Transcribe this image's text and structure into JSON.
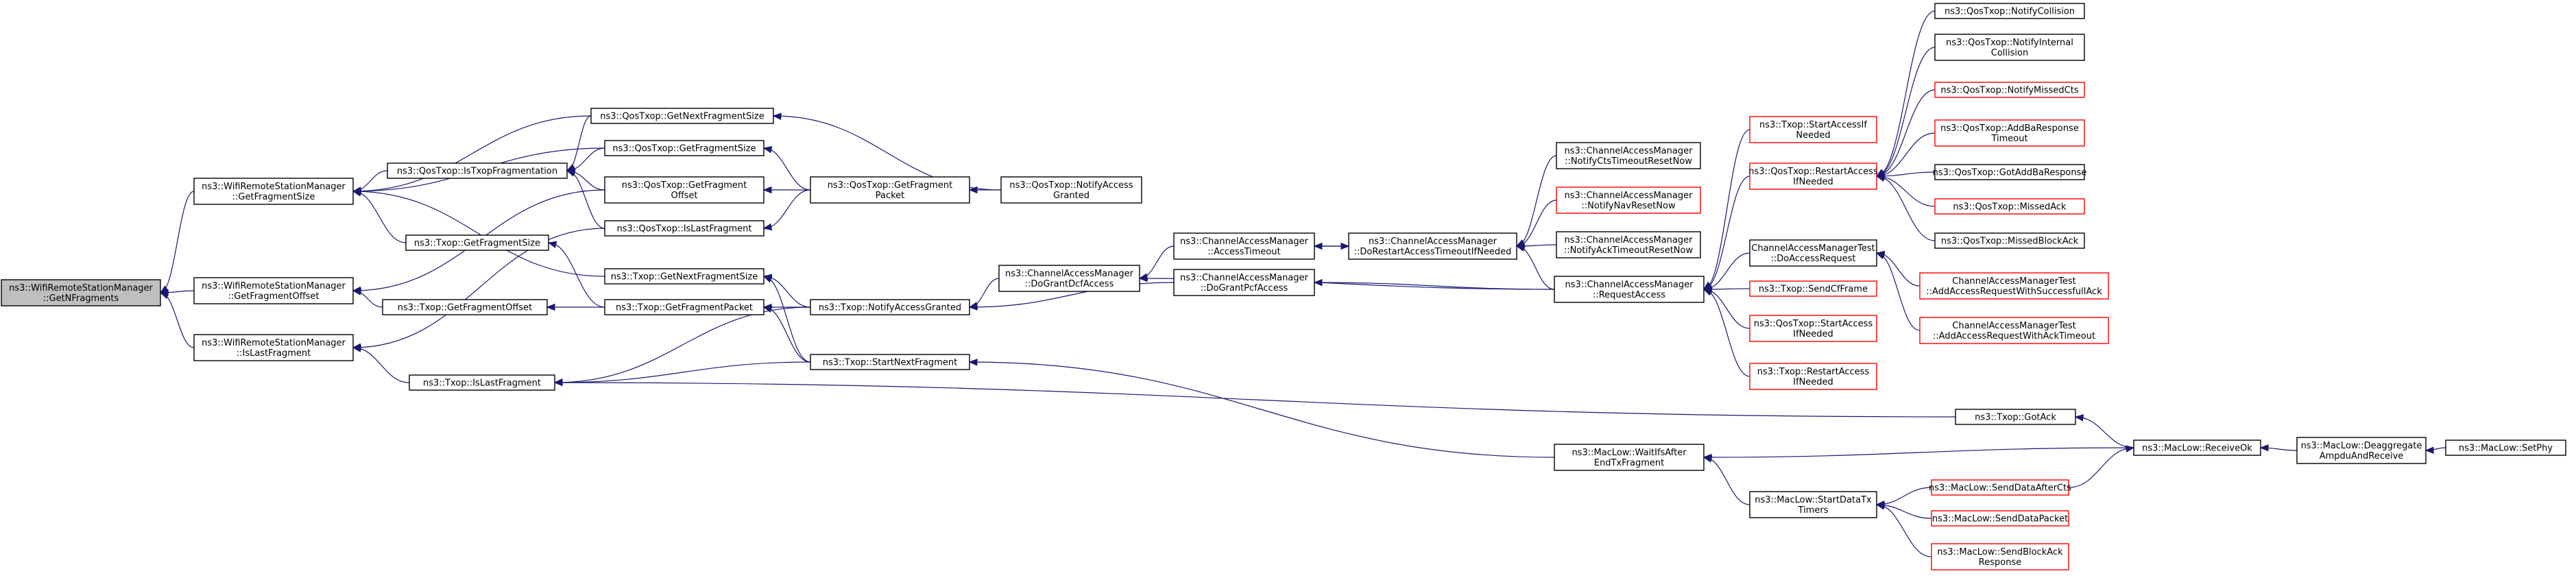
{
  "nodes": [
    {
      "id": "n0",
      "lines": [
        "ns3::WifiRemoteStationManager",
        "::GetNFragments"
      ],
      "border": "root"
    },
    {
      "id": "n1",
      "lines": [
        "ns3::WifiRemoteStationManager",
        "::GetFragmentSize"
      ],
      "border": "black"
    },
    {
      "id": "n2",
      "lines": [
        "ns3::WifiRemoteStationManager",
        "::GetFragmentOffset"
      ],
      "border": "black"
    },
    {
      "id": "n3",
      "lines": [
        "ns3::WifiRemoteStationManager",
        "::IsLastFragment"
      ],
      "border": "black"
    },
    {
      "id": "n4",
      "lines": [
        "ns3::QosTxop::GetNextFragmentSize"
      ],
      "border": "black"
    },
    {
      "id": "n5",
      "lines": [
        "ns3::QosTxop::GetFragmentSize"
      ],
      "border": "black"
    },
    {
      "id": "n6",
      "lines": [
        "ns3::QosTxop::IsTxopFragmentation"
      ],
      "border": "black"
    },
    {
      "id": "n7",
      "lines": [
        "ns3::QosTxop::GetFragment",
        "Offset"
      ],
      "border": "black"
    },
    {
      "id": "n8",
      "lines": [
        "ns3::QosTxop::IsLastFragment"
      ],
      "border": "black"
    },
    {
      "id": "n9",
      "lines": [
        "ns3::Txop::GetFragmentSize"
      ],
      "border": "black"
    },
    {
      "id": "n10",
      "lines": [
        "ns3::Txop::GetNextFragmentSize"
      ],
      "border": "black"
    },
    {
      "id": "n11",
      "lines": [
        "ns3::Txop::GetFragmentOffset"
      ],
      "border": "black"
    },
    {
      "id": "n12",
      "lines": [
        "ns3::Txop::GetFragmentPacket"
      ],
      "border": "black"
    },
    {
      "id": "n13",
      "lines": [
        "ns3::Txop::IsLastFragment"
      ],
      "border": "black"
    },
    {
      "id": "n14",
      "lines": [
        "ns3::QosTxop::GetFragment",
        "Packet"
      ],
      "border": "black"
    },
    {
      "id": "n15",
      "lines": [
        "ns3::QosTxop::NotifyAccess",
        "Granted"
      ],
      "border": "black"
    },
    {
      "id": "n16",
      "lines": [
        "ns3::Txop::NotifyAccessGranted"
      ],
      "border": "black"
    },
    {
      "id": "n17",
      "lines": [
        "ns3::Txop::StartNextFragment"
      ],
      "border": "black"
    },
    {
      "id": "n18",
      "lines": [
        "ns3::ChannelAccessManager",
        "::DoGrantDcfAccess"
      ],
      "border": "black"
    },
    {
      "id": "n19",
      "lines": [
        "ns3::ChannelAccessManager",
        "::AccessTimeout"
      ],
      "border": "black"
    },
    {
      "id": "n20",
      "lines": [
        "ns3::ChannelAccessManager",
        "::DoGrantPcfAccess"
      ],
      "border": "black"
    },
    {
      "id": "n21",
      "lines": [
        "ns3::ChannelAccessManager",
        "::DoRestartAccessTimeoutIfNeeded"
      ],
      "border": "black"
    },
    {
      "id": "n22",
      "lines": [
        "ns3::ChannelAccessManager",
        "::NotifyCtsTimeoutResetNow"
      ],
      "border": "black"
    },
    {
      "id": "n23",
      "lines": [
        "ns3::ChannelAccessManager",
        "::NotifyNavResetNow"
      ],
      "border": "red"
    },
    {
      "id": "n24",
      "lines": [
        "ns3::ChannelAccessManager",
        "::NotifyAckTimeoutResetNow"
      ],
      "border": "black"
    },
    {
      "id": "n25",
      "lines": [
        "ns3::ChannelAccessManager",
        "::RequestAccess"
      ],
      "border": "black"
    },
    {
      "id": "n26",
      "lines": [
        "ns3::Txop::StartAccessIf",
        "Needed"
      ],
      "border": "red"
    },
    {
      "id": "n27",
      "lines": [
        "ns3::QosTxop::RestartAccess",
        "IfNeeded"
      ],
      "border": "red"
    },
    {
      "id": "n28",
      "lines": [
        "ChannelAccessManagerTest",
        "::DoAccessRequest"
      ],
      "border": "black"
    },
    {
      "id": "n29",
      "lines": [
        "ns3::Txop::SendCfFrame"
      ],
      "border": "red"
    },
    {
      "id": "n30",
      "lines": [
        "ns3::QosTxop::StartAccess",
        "IfNeeded"
      ],
      "border": "red"
    },
    {
      "id": "n31",
      "lines": [
        "ns3::Txop::RestartAccess",
        "IfNeeded"
      ],
      "border": "red"
    },
    {
      "id": "n32",
      "lines": [
        "ns3::QosTxop::NotifyCollision"
      ],
      "border": "black"
    },
    {
      "id": "n33",
      "lines": [
        "ns3::QosTxop::NotifyInternal",
        "Collision"
      ],
      "border": "black"
    },
    {
      "id": "n34",
      "lines": [
        "ns3::QosTxop::NotifyMissedCts"
      ],
      "border": "red"
    },
    {
      "id": "n35",
      "lines": [
        "ns3::QosTxop::AddBaResponse",
        "Timeout"
      ],
      "border": "red"
    },
    {
      "id": "n36",
      "lines": [
        "ns3::QosTxop::GotAddBaResponse"
      ],
      "border": "black"
    },
    {
      "id": "n37",
      "lines": [
        "ns3::QosTxop::MissedAck"
      ],
      "border": "red"
    },
    {
      "id": "n38",
      "lines": [
        "ns3::QosTxop::MissedBlockAck"
      ],
      "border": "black"
    },
    {
      "id": "n39",
      "lines": [
        "ChannelAccessManagerTest",
        "::AddAccessRequestWithSuccessfullAck"
      ],
      "border": "red"
    },
    {
      "id": "n40",
      "lines": [
        "ChannelAccessManagerTest",
        "::AddAccessRequestWithAckTimeout"
      ],
      "border": "red"
    },
    {
      "id": "n41",
      "lines": [
        "ns3::Txop::GotAck"
      ],
      "border": "black"
    },
    {
      "id": "n42",
      "lines": [
        "ns3::MacLow::WaitIfsAfter",
        "EndTxFragment"
      ],
      "border": "black"
    },
    {
      "id": "n43",
      "lines": [
        "ns3::MacLow::StartDataTx",
        "Timers"
      ],
      "border": "black"
    },
    {
      "id": "n44",
      "lines": [
        "ns3::MacLow::SendDataAfterCts"
      ],
      "border": "red"
    },
    {
      "id": "n45",
      "lines": [
        "ns3::MacLow::SendDataPacket"
      ],
      "border": "red"
    },
    {
      "id": "n46",
      "lines": [
        "ns3::MacLow::SendBlockAck",
        "Response"
      ],
      "border": "red"
    },
    {
      "id": "n47",
      "lines": [
        "ns3::MacLow::ReceiveOk"
      ],
      "border": "black"
    },
    {
      "id": "n48",
      "lines": [
        "ns3::MacLow::Deaggregate",
        "AmpduAndReceive"
      ],
      "border": "black"
    },
    {
      "id": "n49",
      "lines": [
        "ns3::MacLow::SetPhy"
      ],
      "border": "black"
    }
  ],
  "edges": [
    [
      "n1",
      "n0"
    ],
    [
      "n2",
      "n0"
    ],
    [
      "n3",
      "n0"
    ],
    [
      "n4",
      "n1"
    ],
    [
      "n5",
      "n1"
    ],
    [
      "n6",
      "n1"
    ],
    [
      "n9",
      "n1"
    ],
    [
      "n10",
      "n1"
    ],
    [
      "n7",
      "n2"
    ],
    [
      "n11",
      "n2"
    ],
    [
      "n8",
      "n3"
    ],
    [
      "n13",
      "n3"
    ],
    [
      "n15",
      "n4"
    ],
    [
      "n14",
      "n5"
    ],
    [
      "n4",
      "n6"
    ],
    [
      "n5",
      "n6"
    ],
    [
      "n7",
      "n6"
    ],
    [
      "n8",
      "n6"
    ],
    [
      "n14",
      "n7"
    ],
    [
      "n14",
      "n8"
    ],
    [
      "n12",
      "n9"
    ],
    [
      "n16",
      "n10"
    ],
    [
      "n17",
      "n10"
    ],
    [
      "n12",
      "n11"
    ],
    [
      "n16",
      "n12"
    ],
    [
      "n17",
      "n12"
    ],
    [
      "n16",
      "n13"
    ],
    [
      "n17",
      "n13"
    ],
    [
      "n41",
      "n13"
    ],
    [
      "n15",
      "n14"
    ],
    [
      "n18",
      "n16"
    ],
    [
      "n20",
      "n16"
    ],
    [
      "n42",
      "n17"
    ],
    [
      "n19",
      "n18"
    ],
    [
      "n25",
      "n18"
    ],
    [
      "n21",
      "n19"
    ],
    [
      "n25",
      "n20"
    ],
    [
      "n19",
      "n21"
    ],
    [
      "n22",
      "n21"
    ],
    [
      "n23",
      "n21"
    ],
    [
      "n24",
      "n21"
    ],
    [
      "n25",
      "n21"
    ],
    [
      "n26",
      "n25"
    ],
    [
      "n27",
      "n25"
    ],
    [
      "n28",
      "n25"
    ],
    [
      "n29",
      "n25"
    ],
    [
      "n30",
      "n25"
    ],
    [
      "n31",
      "n25"
    ],
    [
      "n32",
      "n27"
    ],
    [
      "n33",
      "n27"
    ],
    [
      "n34",
      "n27"
    ],
    [
      "n35",
      "n27"
    ],
    [
      "n36",
      "n27"
    ],
    [
      "n37",
      "n27"
    ],
    [
      "n38",
      "n27"
    ],
    [
      "n39",
      "n28"
    ],
    [
      "n40",
      "n28"
    ],
    [
      "n47",
      "n41"
    ],
    [
      "n47",
      "n42"
    ],
    [
      "n43",
      "n42"
    ],
    [
      "n44",
      "n43"
    ],
    [
      "n45",
      "n43"
    ],
    [
      "n46",
      "n43"
    ],
    [
      "n48",
      "n47"
    ],
    [
      "n44",
      "n47"
    ],
    [
      "n49",
      "n48"
    ]
  ]
}
